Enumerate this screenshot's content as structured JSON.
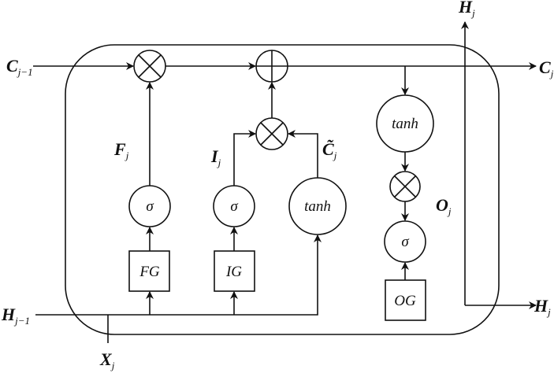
{
  "labels": {
    "c_prev": {
      "main": "C",
      "sub": "j−1"
    },
    "c_out": {
      "main": "C",
      "sub": "j"
    },
    "h_top": {
      "main": "H",
      "sub": "j"
    },
    "h_out": {
      "main": "H",
      "sub": "j"
    },
    "h_prev": {
      "main": "H",
      "sub": "j−1"
    },
    "x_in": {
      "main": "X",
      "sub": "j"
    },
    "forget": {
      "main": "F",
      "sub": "j"
    },
    "input": {
      "main": "I",
      "sub": "j"
    },
    "candidate": {
      "main": "C̃",
      "sub": "j"
    },
    "output": {
      "main": "O",
      "sub": "j"
    }
  },
  "nodes": {
    "sigma": "σ",
    "tanh": "tanh",
    "forget_gate": "FG",
    "input_gate": "IG",
    "output_gate": "OG"
  }
}
